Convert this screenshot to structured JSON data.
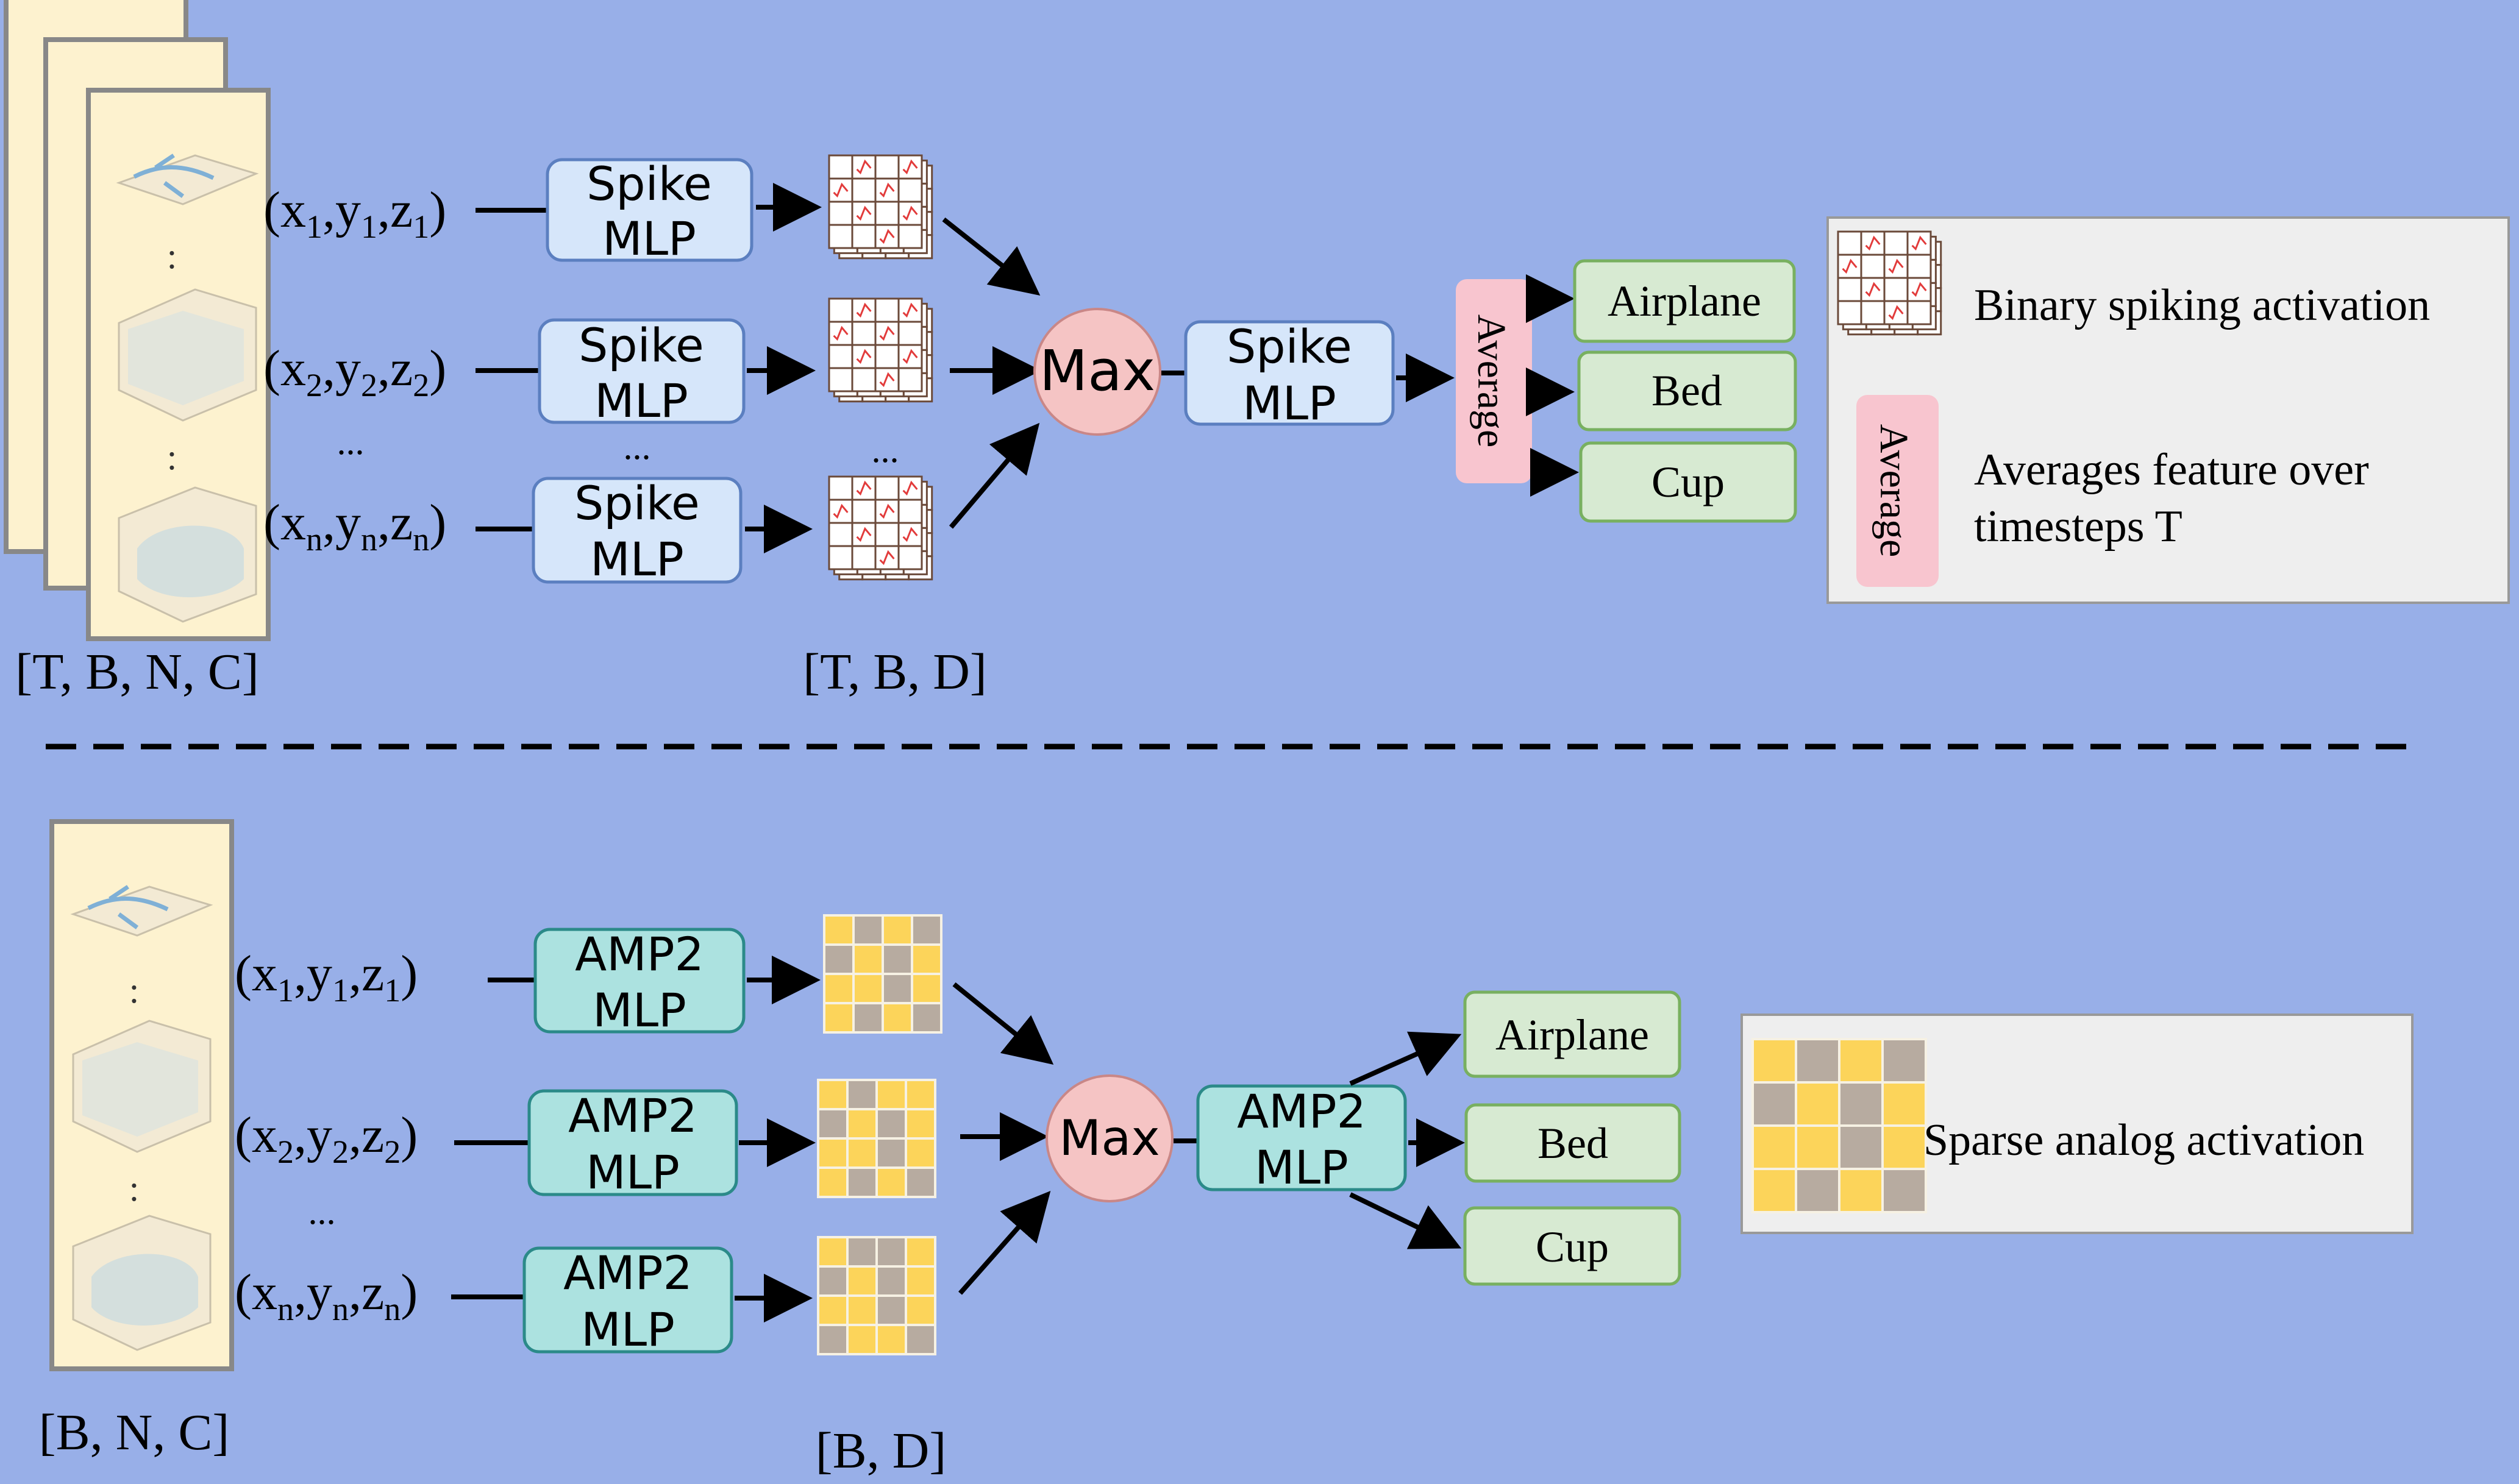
{
  "top": {
    "inputs": [
      {
        "pre": "(x",
        "s1": "1",
        "m1": ",y",
        "s2": "1",
        "m2": ",z",
        "s3": "1",
        "post": ")"
      },
      {
        "pre": "(x",
        "s1": "2",
        "m1": ",y",
        "s2": "2",
        "m2": ",z",
        "s3": "2",
        "post": ")"
      },
      {
        "pre": "(x",
        "s1": "n",
        "m1": ",y",
        "s2": "n",
        "m2": ",z",
        "s3": "n",
        "post": ")"
      }
    ],
    "ellipsis": "...",
    "dots": ":",
    "mlp_line1": "Spike",
    "mlp_line2": "MLP",
    "max_label": "Max",
    "average_label": "Average",
    "outputs": [
      "Airplane",
      "Bed",
      "Cup"
    ],
    "shape_input": "[T, B, N, C]",
    "shape_feature": "[T, B, D]",
    "legend": {
      "spiking": "Binary spiking activation",
      "average_tag": "Average",
      "average_line1": "Averages feature over",
      "average_line2": "timesteps T"
    }
  },
  "bottom": {
    "inputs": [
      {
        "pre": "(x",
        "s1": "1",
        "m1": ",y",
        "s2": "1",
        "m2": ",z",
        "s3": "1",
        "post": ")"
      },
      {
        "pre": "(x",
        "s1": "2",
        "m1": ",y",
        "s2": "2",
        "m2": ",z",
        "s3": "2",
        "post": ")"
      },
      {
        "pre": "(x",
        "s1": "n",
        "m1": ",y",
        "s2": "n",
        "m2": ",z",
        "s3": "n",
        "post": ")"
      }
    ],
    "ellipsis": "...",
    "dots": ":",
    "mlp_line1": "AMP2",
    "mlp_line2": "MLP",
    "max_label": "Max",
    "outputs": [
      "Airplane",
      "Bed",
      "Cup"
    ],
    "shape_input": "[B, N, C]",
    "shape_feature": "[B, D]",
    "legend": {
      "sparse": "Sparse analog activation"
    }
  },
  "colors": {
    "background": "#98afe8",
    "frame": "#fdf2cf",
    "spike_mlp": "#d6e6fa",
    "amp2_mlp": "#ace2e0",
    "max_node": "#f5c4c4",
    "average_tag": "#f8c5cf",
    "output": "#d7ead2",
    "output_border": "#78b060",
    "legend_box": "#eeeeee",
    "grid_yellow": "#fcd45a",
    "grid_grey": "#b7aba0"
  }
}
